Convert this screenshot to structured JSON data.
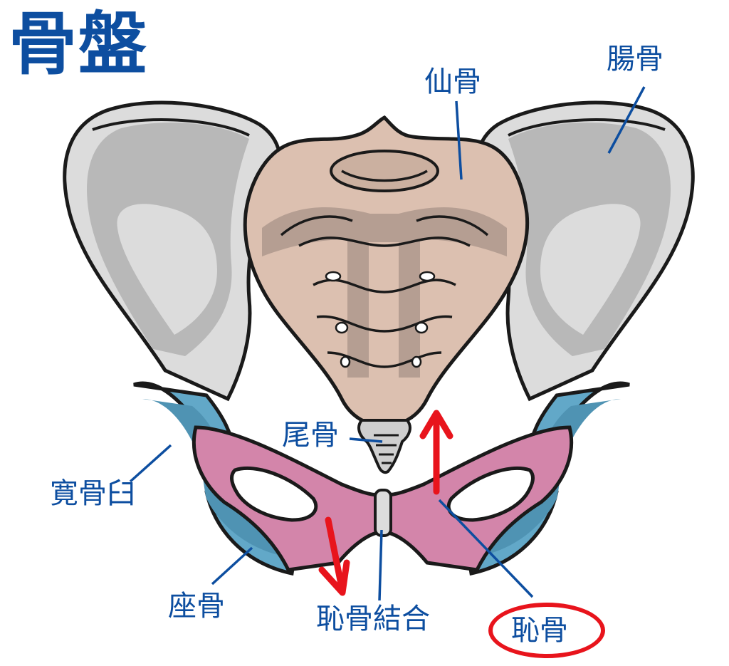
{
  "title": "骨盤",
  "labels": {
    "ilium": "腸骨",
    "sacrum": "仙骨",
    "coccyx": "尾骨",
    "acetabulum": "寛骨臼",
    "ischium": "座骨",
    "pubic_symphysis": "恥骨結合",
    "pubis": "恥骨"
  },
  "highlighted_label": "pubis",
  "colors": {
    "label_text": "#0d4ea0",
    "leader_line": "#0d4ea0",
    "arrow": "#e8141c",
    "highlight_ring": "#e8141c",
    "ilium_fill": "#dcdcdc",
    "ilium_inner": "#b8b8b8",
    "sacrum_fill": "#dcc0b0",
    "sacrum_shade": "#b59e92",
    "pubis_fill": "#d385aa",
    "ischium_fill": "#62a8c8",
    "ischium_shade": "#4f93b3",
    "outline": "#1a1a1a"
  },
  "arrows": [
    {
      "name": "up-arrow",
      "direction": "up",
      "near": "pubis-right"
    },
    {
      "name": "down-arrow",
      "direction": "down",
      "near": "pubis-left"
    }
  ]
}
